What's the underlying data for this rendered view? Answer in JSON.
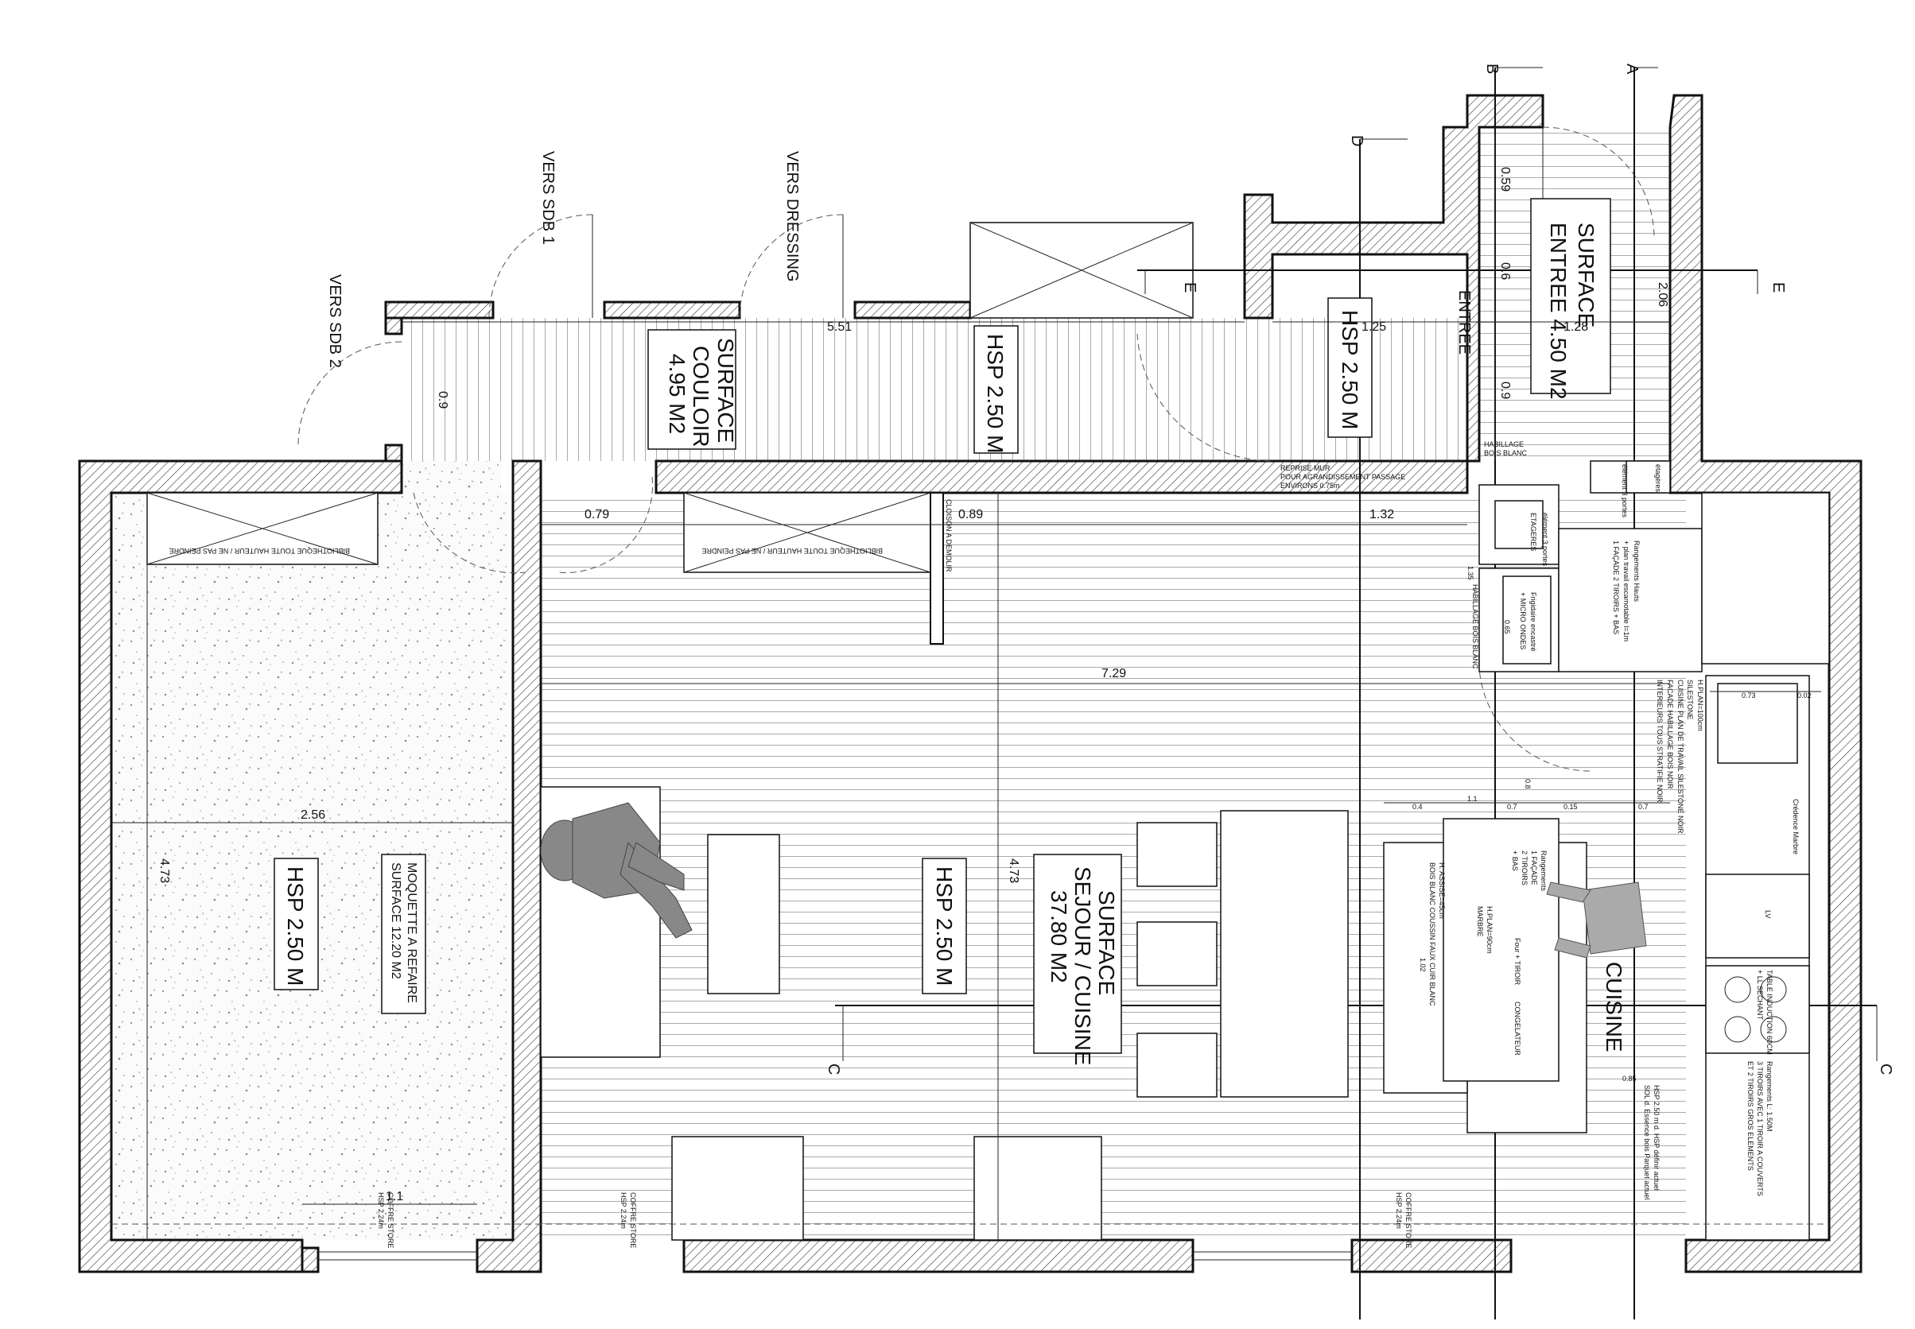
{
  "plan": {
    "labels": {
      "vers_sdb1": "VERS SDB 1",
      "vers_dressing": "VERS DRESSING",
      "vers_sdb2": "VERS SDB 2",
      "entree": "ENTREE",
      "cuisine": "CUISINE",
      "surface_entree_1": "SURFACE",
      "surface_entree_2": "ENTREE 4.50 M2",
      "surface_couloir_1": "SURFACE",
      "surface_couloir_2": "COULOIR",
      "surface_couloir_3": "4.95 M2",
      "surface_sejour_1": "SURFACE",
      "surface_sejour_2": "SEJOUR / CUISINE",
      "surface_sejour_3": "37.80 M2",
      "moquette_1": "MOQUETTE A REFAIRE",
      "moquette_2": "SURFACE 12.20 M2",
      "hsp": "HSP 2.50 M",
      "bibliotheque": "BIBLIOTHEQUE TOUTE HAUTEUR / NE PAS PEINDRE",
      "cloison": "CLOISON A DEMOLIR",
      "reprise_1": "REPRISE MUR",
      "reprise_2": "POUR AGRANDISSEMENT PASSAGE",
      "reprise_3": "ENVIRONS 0.75m",
      "habillage_1": "HABILLAGE",
      "habillage_2": "BOIS BLANC",
      "habillage_vertical": "HABILLAGE BOIS BLANC",
      "etageres": "ETAGERES",
      "etageres_3": "étagères",
      "element_3_portes": "élément 3 portes",
      "frigidaire": "Frigidaire encastré",
      "micro_ondes": "+ MICRO ONDES",
      "rangements_hauts": "Rangements Hauts",
      "rangements_hauts_detail": "+ plan travail escamotable l=1m",
      "rangements_facade": "1 FAÇADE 2 TIROIRS + BAS",
      "hplan_1": "H.PLAN=100cm",
      "hplan_2": "SILESTONE",
      "cuisine_plan": "CUISINE PLAN DE TRAVAIL SILESTONE NOIR",
      "cuisine_facade": "FACADE HABILLAGE BOIS NOIR",
      "cuisine_int": "INTERIEURS TOUS STRATIFIE NOIR",
      "credence": "Crédence Marbre",
      "lv": "LV",
      "table_induction": "TABLE INDUCTION 60CM",
      "lave_linge": "+ LL SECHANT",
      "rangements_bas": "Rangements L: 1.50M",
      "tiroirs_1": "3 TIROIRS AVEC 1 TIROIR A COUVERTS",
      "tiroirs_2": "ET 2 TIROIRS GROS ELEMENTS",
      "four": "Four + TIROIR",
      "congelateur": "CONGELATEUR",
      "hplan_marbre_1": "H.PLAN=90cm",
      "hplan_marbre_2": "MARBRE",
      "rangements_ilot": "Rangements",
      "rangements_ilot_2": "1 FAÇADE",
      "rangements_ilot_3": "2 TIROIRS",
      "rangements_ilot_4": "+ BAS",
      "assise_1": "H. ASSISE=45cm",
      "assise_2": "BOIS BLANC COUSSIN FAUX CUIR BLANC",
      "hsp_sol_1": "HSP 2.50 m d. HSP définir actuel",
      "hsp_sol_2": "SOL d. Essence bois Parquet actuel",
      "coffre_1": "COFFRE STORE",
      "coffre_2": "HSP 2.24m"
    },
    "section_markers": [
      "A",
      "B",
      "C",
      "D",
      "E"
    ],
    "dimensions": {
      "d_5_51": "5.51",
      "d_0_9a": "0.9",
      "d_1_25": "1.25",
      "d_1_28": "1.28",
      "d_2_06": "2.06",
      "d_0_59": "0.59",
      "d_0_6": "0.6",
      "d_0_9b": "0.9",
      "d_0_79": "0.79",
      "d_0_89": "0.89",
      "d_1_32": "1.32",
      "d_7_29": "7.29",
      "d_2_56": "2.56",
      "d_4_73a": "4.73",
      "d_4_73b": "4.73",
      "d_1_1a": "1.1",
      "d_1_1b": "1.1",
      "d_0_4": "0.4",
      "d_0_7a": "0.7",
      "d_0_15": "0.15",
      "d_0_7b": "0.7",
      "d_0_73": "0.73",
      "d_0_02": "0.02",
      "d_0_85": "0.85",
      "d_1_35": "1.35",
      "d_0_65": "0.65",
      "d_1_02": "1.02",
      "d_0_8": "0.8"
    }
  }
}
